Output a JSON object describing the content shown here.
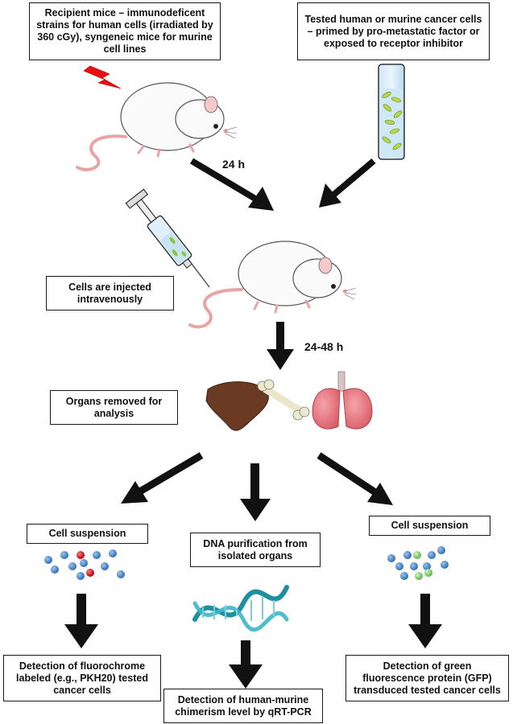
{
  "boxes": {
    "recipient": "Recipient mice – immunodeficent strains for human cells (irradiated by 360 cGy), syngeneic mice for murine cell lines",
    "tested": "Tested human or murine cancer cells – primed by pro-metastatic factor or exposed to receptor inhibitor",
    "injected": "Cells are injected intravenously",
    "organs": "Organs removed for analysis",
    "suspension_left": "Cell suspension",
    "dna": "DNA purification from isolated organs",
    "suspension_right": "Cell suspension",
    "detect_left": "Detection of fluorochrome labeled (e.g., PKH20) tested cancer cells",
    "detect_mid": "Detection of human-murine chimerism level by qRT-PCR",
    "detect_right": "Detection of green fluorescence protein (GFP) transduced tested cancer cells"
  },
  "timings": {
    "first": "24 h",
    "second": "24-48 h"
  },
  "colors": {
    "arrow": "#111111",
    "cell_blue": "#4a86c8",
    "cell_red": "#d0202a",
    "cell_green": "#8fd17a",
    "liver": "#6b3a22",
    "lung": "#e87d86",
    "dna_teal": "#1f8ea0",
    "lightning": "#e81010"
  }
}
